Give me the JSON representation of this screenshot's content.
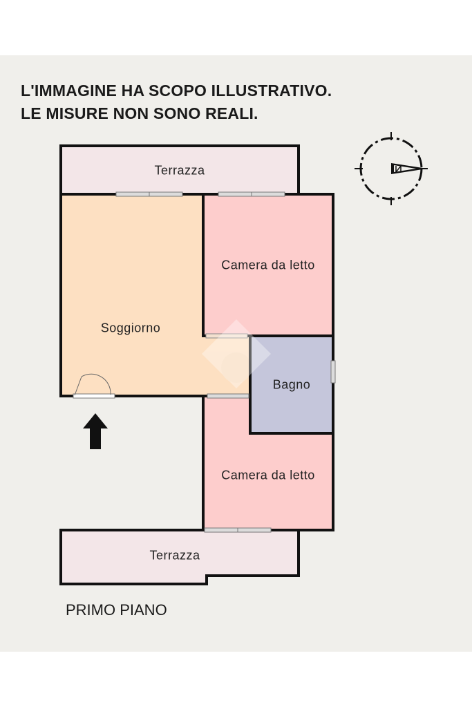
{
  "disclaimer": {
    "line1": "L'IMMAGINE HA SCOPO ILLUSTRATIVO.",
    "line2": "LE MISURE NON SONO REALI."
  },
  "rooms": {
    "terrazza_top": "Terrazza",
    "soggiorno": "Soggiorno",
    "camera_1": "Camera da letto",
    "bagno": "Bagno",
    "camera_2": "Camera da letto",
    "terrazza_bottom": "Terrazza"
  },
  "floor_title": "PRIMO PIANO",
  "colors": {
    "panel_bg": "#f0efeb",
    "terrazza": "#f3e6e8",
    "soggiorno": "#fde0c2",
    "camera": "#fdcdcc",
    "bagno": "#c5c6db",
    "wall": "#111111"
  },
  "icons": {
    "compass": "compass-north-east-icon",
    "entrance": "entrance-arrow-icon"
  }
}
